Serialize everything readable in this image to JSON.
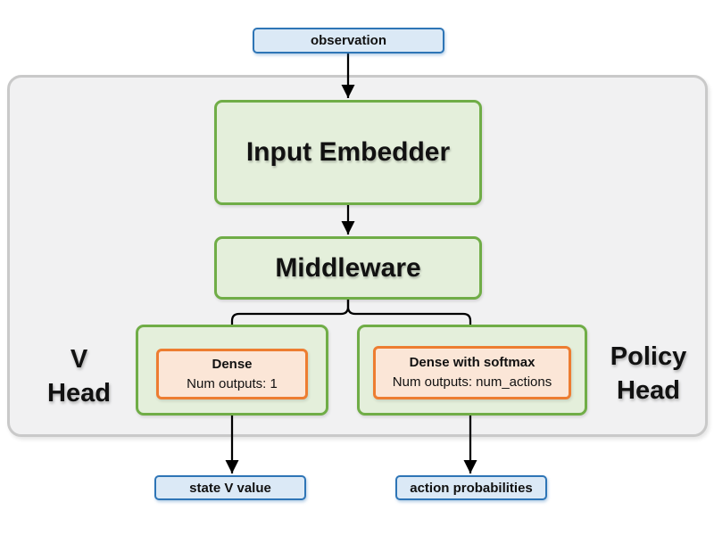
{
  "diagram": {
    "nodes": {
      "observation": {
        "label": "observation"
      },
      "input_embedder": {
        "label": "Input Embedder"
      },
      "middleware": {
        "label": "Middleware"
      },
      "v_head": {
        "label_line1": "V",
        "label_line2": "Head",
        "dense": {
          "title": "Dense",
          "subtitle": "Num outputs: 1"
        }
      },
      "policy_head": {
        "label_line1": "Policy",
        "label_line2": "Head",
        "dense": {
          "title": "Dense with softmax",
          "subtitle": "Num outputs: num_actions"
        }
      },
      "state_v_value": {
        "label": "state V value"
      },
      "action_probabilities": {
        "label": "action probabilities"
      }
    },
    "edges": [
      {
        "from": "observation",
        "to": "input-embedder"
      },
      {
        "from": "input-embedder",
        "to": "middleware"
      },
      {
        "from": "middleware",
        "to": "v-head-dense"
      },
      {
        "from": "middleware",
        "to": "policy-head-dense"
      },
      {
        "from": "v-head-dense",
        "to": "state-v-value"
      },
      {
        "from": "policy-head-dense",
        "to": "action-probabilities"
      }
    ],
    "colors": {
      "blue_fill": "#dbe9f6",
      "blue_border": "#2e75b6",
      "green_fill": "#e4efdb",
      "green_border": "#70ad47",
      "orange_fill": "#fbe6d7",
      "orange_border": "#ed7d31",
      "panel_fill": "#f1f1f2",
      "panel_border": "#c9c9c9",
      "arrow": "#000000"
    }
  }
}
